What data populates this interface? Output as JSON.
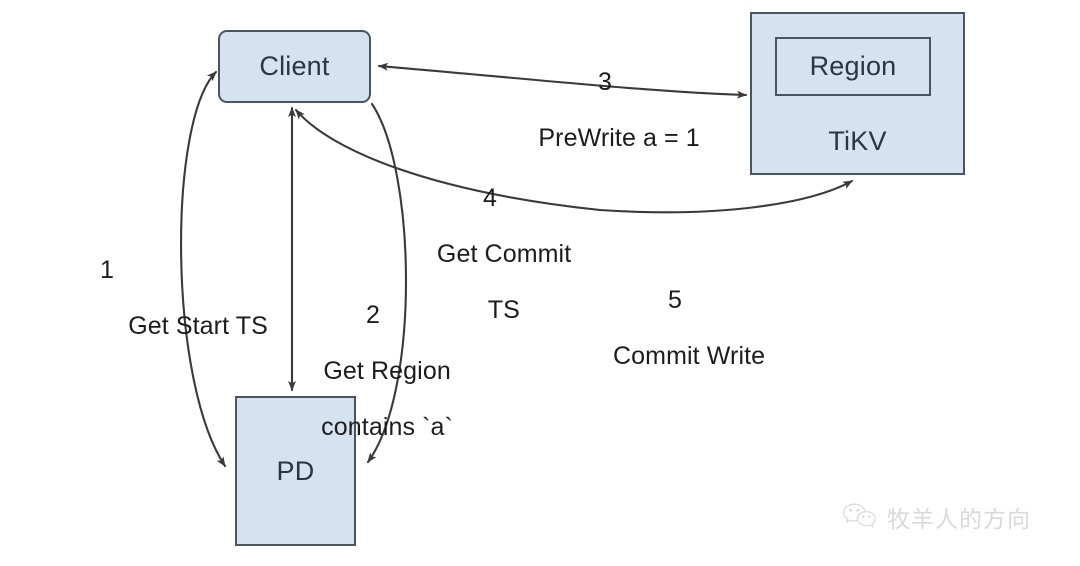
{
  "diagram": {
    "title": "TiKV distributed transaction flow",
    "colors": {
      "node_fill": "#d5e2f0",
      "node_stroke": "#4a5561",
      "text": "#1c1c1c",
      "node_text": "#2c3542",
      "watermark": "#d9d9d9"
    },
    "nodes": [
      {
        "id": "client",
        "label": "Client"
      },
      {
        "id": "tikv",
        "label": "TiKV"
      },
      {
        "id": "region",
        "label": "Region"
      },
      {
        "id": "pd",
        "label": "PD"
      }
    ],
    "edges": [
      {
        "id": "edge-1",
        "number": "1",
        "text": "Get Start TS",
        "from": "Client",
        "to": "PD",
        "arrows": "both"
      },
      {
        "id": "edge-2",
        "number": "2",
        "line1": "Get Region",
        "line2": "contains `a`",
        "from": "Client",
        "to": "PD",
        "arrows": "both"
      },
      {
        "id": "edge-3",
        "number": "3",
        "text": "PreWrite a = 1",
        "from": "Client",
        "to": "TiKV",
        "arrows": "both"
      },
      {
        "id": "edge-4",
        "number": "4",
        "line1": "Get Commit",
        "line2": "TS",
        "from": "PD",
        "to": "Client",
        "arrows": "to-client"
      },
      {
        "id": "edge-5",
        "number": "5",
        "text": "Commit Write",
        "from": "Client",
        "to": "TiKV",
        "arrows": "to-tikv"
      }
    ]
  },
  "watermark": {
    "icon": "wechat-icon",
    "text": "牧羊人的方向"
  }
}
